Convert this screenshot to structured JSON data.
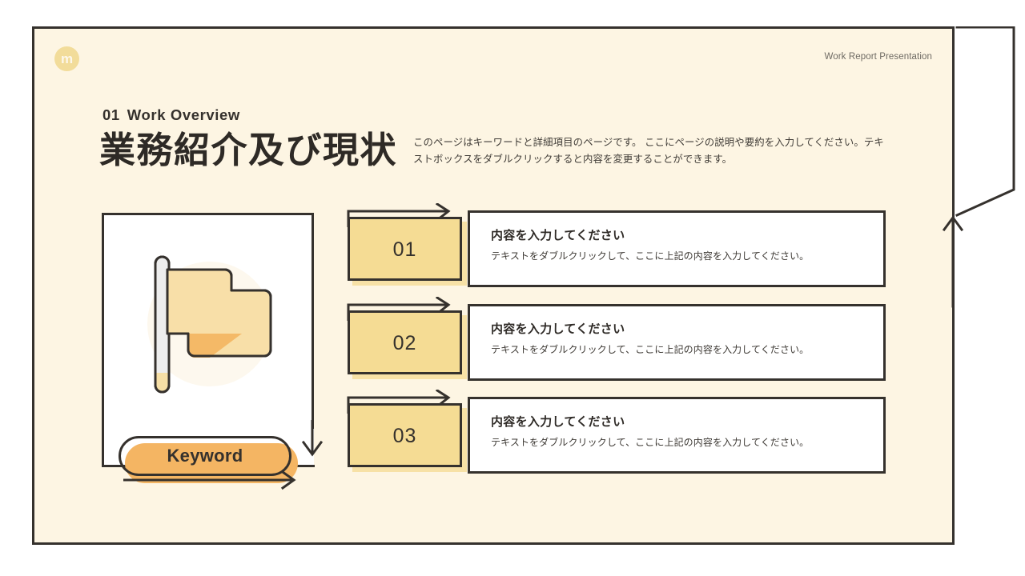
{
  "slide": {
    "logo_letter": "m",
    "header_label": "Work Report Presentation",
    "eyebrow_number": "01",
    "eyebrow_text": "Work Overview",
    "title": "業務紹介及び現状",
    "lead_paragraph": "このページはキーワードと詳細項目のページです。 ここにページの説明や要約を入力してください。テキストボックスをダブルクリックすると内容を変更することができます。"
  },
  "illustration": {
    "icon_name": "flag-icon",
    "keyword_label": "Keyword",
    "flag_color": "#F8DFA8",
    "flag_fold_color": "#F4B967",
    "pole_color": "#EDEDED",
    "pill_fill": "#F4B563",
    "outline_color": "#35312D"
  },
  "items": [
    {
      "number": "01",
      "title": "内容を入力してください",
      "description": "テキストをダブルクリックして、ここに上記の内容を入力してください。"
    },
    {
      "number": "02",
      "title": "内容を入力してください",
      "description": "テキストをダブルクリックして、ここに上記の内容を入力してください。"
    },
    {
      "number": "03",
      "title": "内容を入力してください",
      "description": "テキストをダブルクリックして、ここに上記の内容を入力してください。"
    }
  ],
  "theme": {
    "background": "#FDF5E3",
    "page": "#FFFFFF",
    "outline": "#35312D",
    "accent_yellow": "#F5DC94",
    "accent_orange": "#F4B563"
  }
}
